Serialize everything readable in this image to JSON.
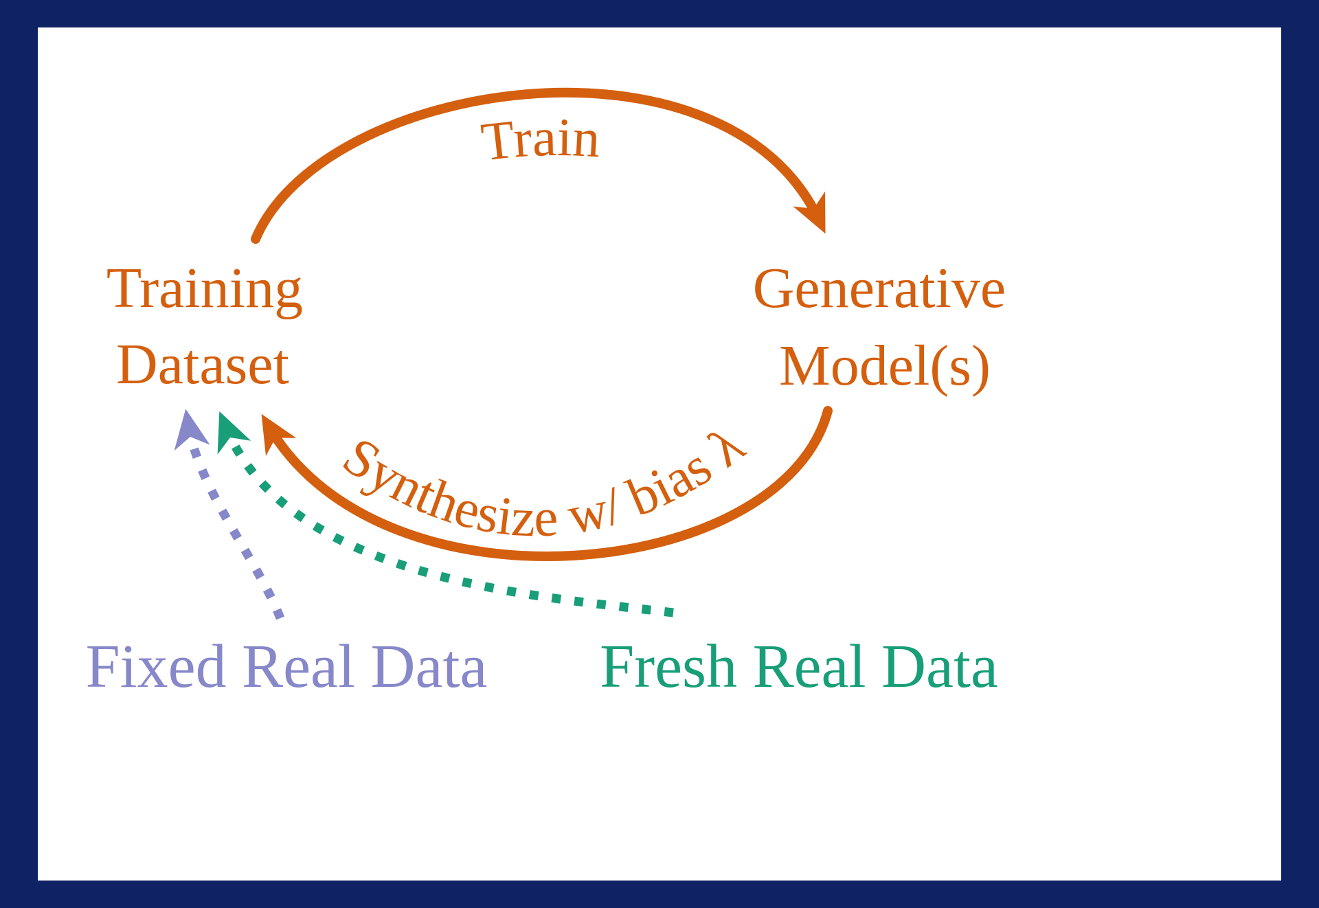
{
  "diagram": {
    "title": "self-consuming-generative-loop",
    "nodes": {
      "training_dataset": {
        "line1": "Training",
        "line2": "Dataset"
      },
      "generative_model": {
        "line1": "Generative",
        "line2": "Model(s)"
      }
    },
    "edges": {
      "train": "Train",
      "synthesize": "Synthesize w/ bias λ"
    },
    "inputs": {
      "fixed_real_data": "Fixed Real Data",
      "fresh_real_data": "Fresh Real Data"
    },
    "colors": {
      "border_navy": "#0e2264",
      "background": "#ffffff",
      "loop_orange": "#d45f0e",
      "fixed_purple": "#8788c9",
      "fresh_teal": "#189e78"
    }
  }
}
